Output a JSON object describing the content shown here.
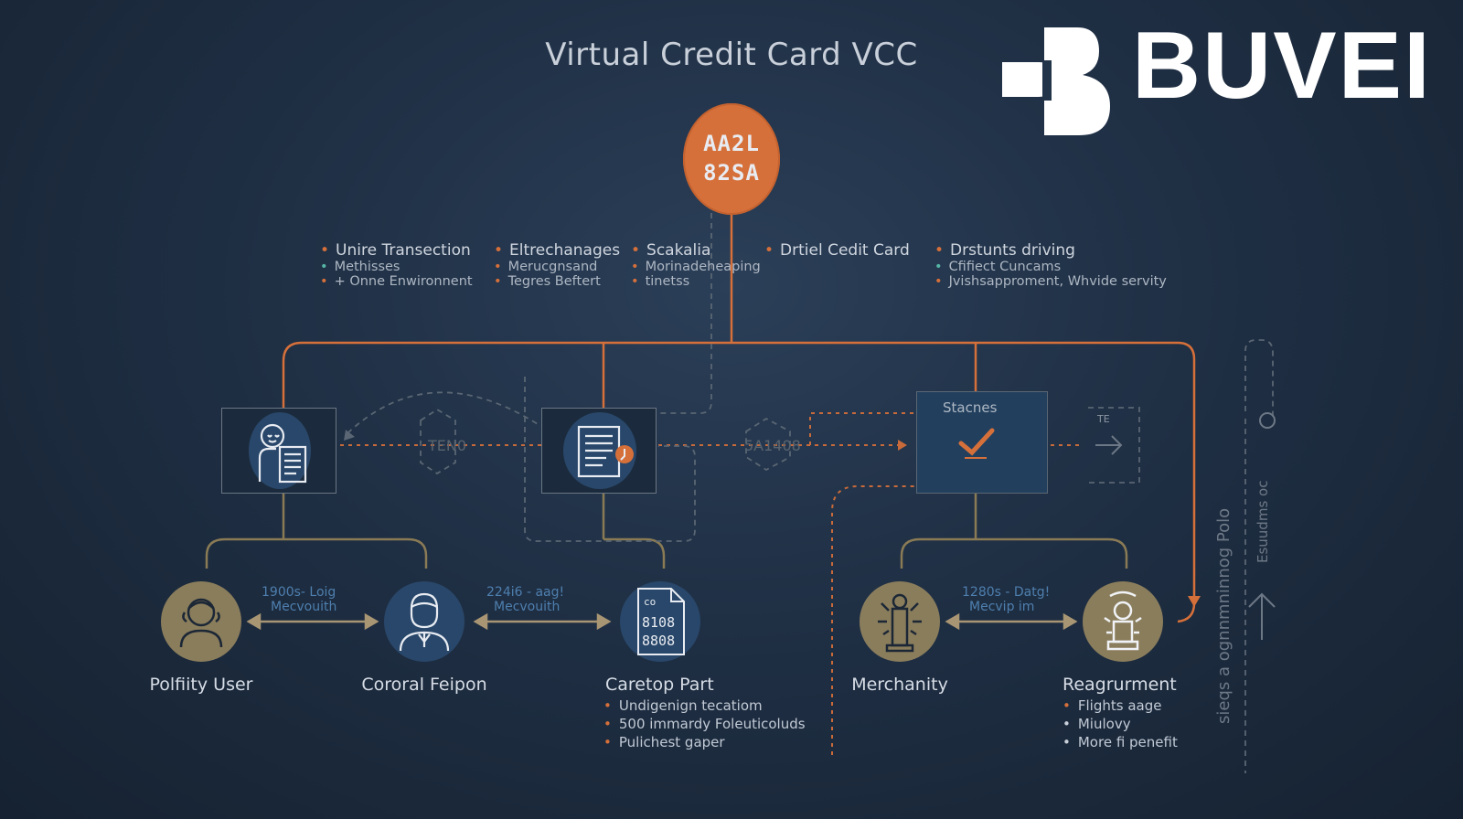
{
  "title": "Virtual Credit Card VCC",
  "logo": {
    "text": "BUVEI"
  },
  "hub": {
    "line1": "AA2L",
    "line2": "82SA"
  },
  "features": [
    {
      "heading": "Unire Transection",
      "items": [
        "Methisses",
        "+ Onne Enwironnent"
      ]
    },
    {
      "heading": "Eltrechanages",
      "items": [
        "Merucgnsand",
        "Tegres Beftert"
      ]
    },
    {
      "heading": "Scakalia",
      "items": [
        "Morinadeheaping",
        "tinetss"
      ]
    },
    {
      "heading": "Drtiel Cedit Card",
      "items": []
    },
    {
      "heading": "Drstunts driving",
      "items": [
        "Cfifiect Cuncams",
        "Jvishsapproment, Whvide servity"
      ]
    }
  ],
  "connector_labels": {
    "left": "TEN0",
    "middle": "5A1408",
    "stage": "Stacnes",
    "side_box": "TE"
  },
  "nodes": [
    {
      "label": "Polfiity User"
    },
    {
      "label": "Cororal Feipon"
    },
    {
      "label": "Caretop Part",
      "bullets": [
        "Undigenign tecatiom",
        "500 immardy Foleuticoluds",
        "Pulichest gaper"
      ]
    },
    {
      "label": "Merchanity"
    },
    {
      "label": "Reagrurment",
      "bullets": [
        "Flights aage",
        "Miulovy",
        "More fi penefit"
      ]
    }
  ],
  "arrow_labels": [
    {
      "line1": "1900s- Loig",
      "line2": "Mecvouith"
    },
    {
      "line1": "224i6 - aag!",
      "line2": "Mecvouith"
    },
    {
      "line1": "1280s - Datg!",
      "line2": "Mecvip im"
    }
  ],
  "side_text": {
    "col1": "sieqs a ognnmninnog Polo",
    "col2": "Esuudms oc"
  },
  "doc_icon_text": {
    "top": "co",
    "row1": "8108",
    "row2": "8808"
  }
}
